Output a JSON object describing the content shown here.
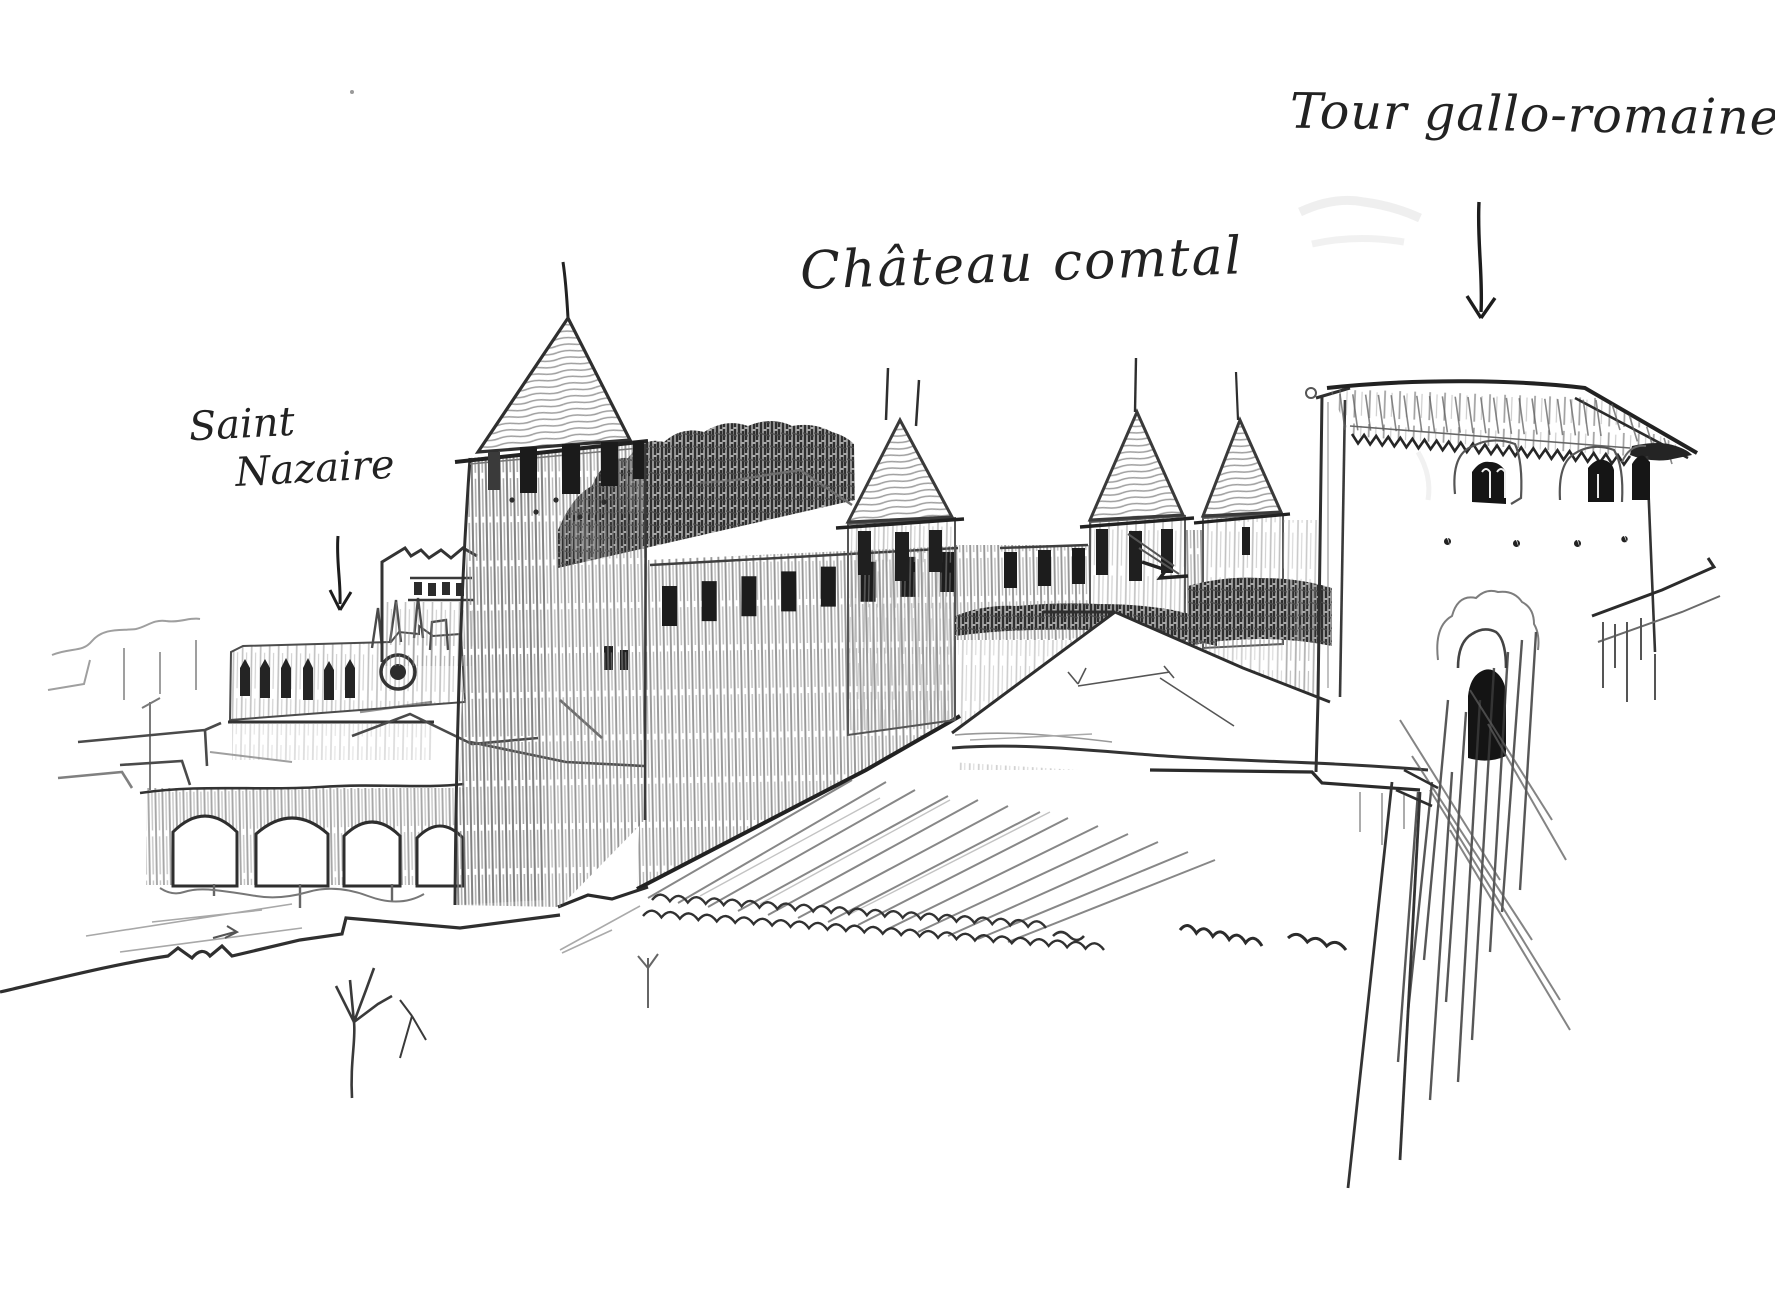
{
  "artwork": {
    "medium": "pencil sketch",
    "scene": "Cité de Carcassonne ramparts with towers, seen over rooftops",
    "paper_color": "#ffffff",
    "pencil": {
      "dark": "#1f1f1f",
      "mid": "#4c4c4c",
      "light": "#9a9a9a"
    }
  },
  "annotations": {
    "chateau_comtal": {
      "label": "Château comtal"
    },
    "tour_gallo_romaine": {
      "label": "Tour gallo-romaine"
    },
    "saint_nazaire": {
      "line1": "Saint",
      "line2": "Nazaire"
    }
  }
}
